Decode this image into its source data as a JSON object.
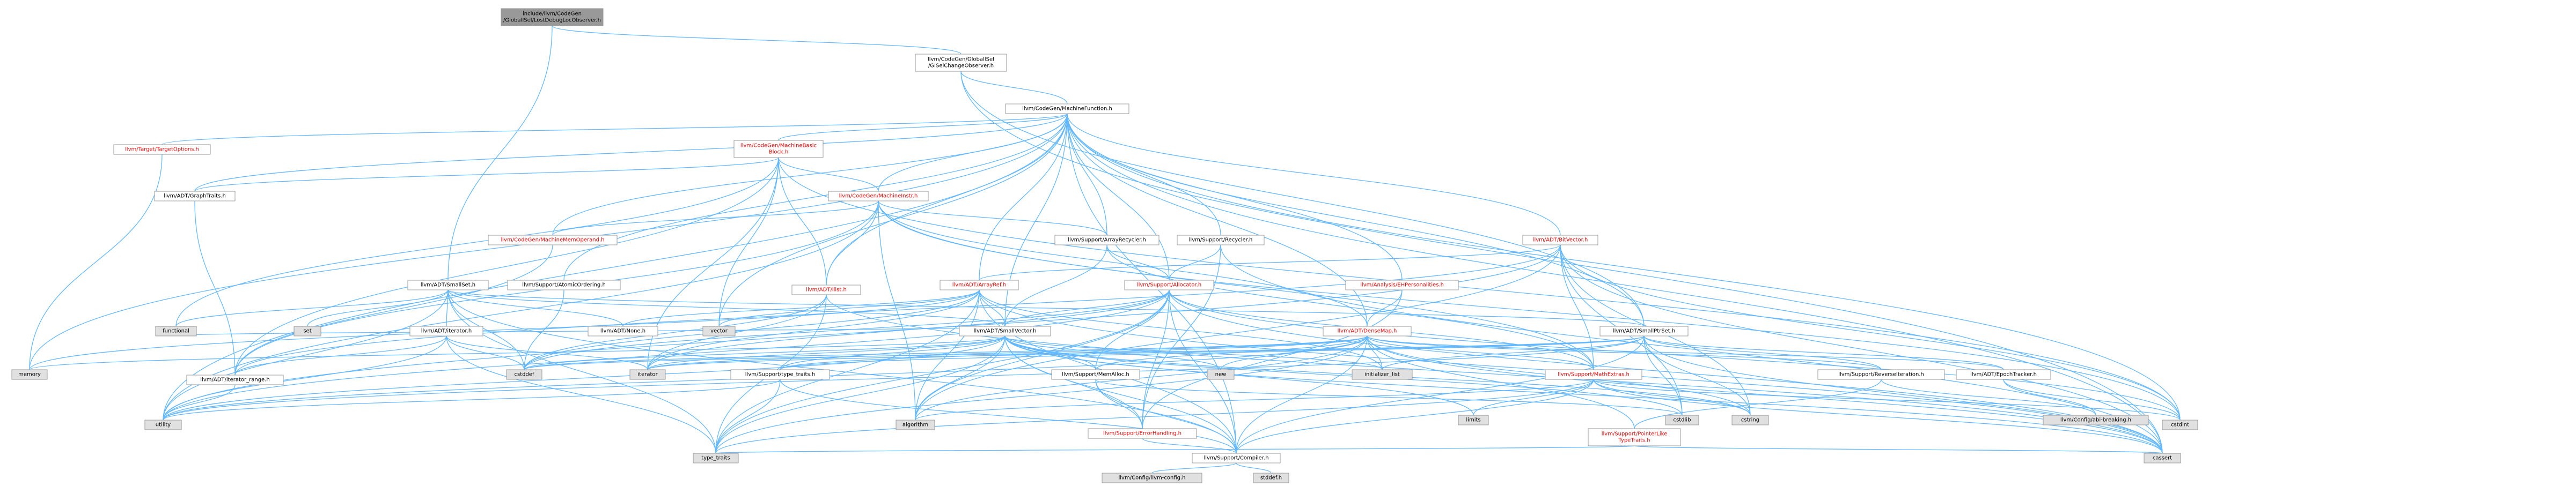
{
  "diagram": {
    "title": "include/llvm/CodeGen/GlobalISel/LostDebugLocObserver.h",
    "colors": {
      "edge": "#63b8ff",
      "border": "#999999",
      "root_fill": "#999999",
      "node_fill": "#ffffff",
      "system_fill": "#e0e0e0",
      "red_text": "#ff0000",
      "black_text": "#000000"
    },
    "nodes": [
      {
        "id": "root",
        "label": [
          "include/llvm/CodeGen",
          "/GlobalISel/LostDebugLocObserver.h"
        ],
        "style": "root"
      },
      {
        "id": "gisel_observer",
        "label": [
          "llvm/CodeGen/GlobalISel",
          "/GISelChangeObserver.h"
        ],
        "style": "normal"
      },
      {
        "id": "machinefunction",
        "label": [
          "llvm/CodeGen/MachineFunction.h"
        ],
        "style": "normal"
      },
      {
        "id": "targetoptions",
        "label": [
          "llvm/Target/TargetOptions.h"
        ],
        "style": "red"
      },
      {
        "id": "machinebasicblock",
        "label": [
          "llvm/CodeGen/MachineBasic",
          "Block.h"
        ],
        "style": "red"
      },
      {
        "id": "graphtraits",
        "label": [
          "llvm/ADT/GraphTraits.h"
        ],
        "style": "normal"
      },
      {
        "id": "machineinstr",
        "label": [
          "llvm/CodeGen/MachineInstr.h"
        ],
        "style": "red"
      },
      {
        "id": "machinememoperand",
        "label": [
          "llvm/CodeGen/MachineMemOperand.h"
        ],
        "style": "red"
      },
      {
        "id": "arrayrecycler",
        "label": [
          "llvm/Support/ArrayRecycler.h"
        ],
        "style": "normal"
      },
      {
        "id": "recycler",
        "label": [
          "llvm/Support/Recycler.h"
        ],
        "style": "normal"
      },
      {
        "id": "bitvector",
        "label": [
          "llvm/ADT/BitVector.h"
        ],
        "style": "red"
      },
      {
        "id": "ehpersonalities",
        "label": [
          "llvm/Analysis/EHPersonalities.h"
        ],
        "style": "red"
      },
      {
        "id": "smallset",
        "label": [
          "llvm/ADT/SmallSet.h"
        ],
        "style": "normal"
      },
      {
        "id": "atomicordering",
        "label": [
          "llvm/Support/AtomicOrdering.h"
        ],
        "style": "normal"
      },
      {
        "id": "ilist",
        "label": [
          "llvm/ADT/ilist.h"
        ],
        "style": "red"
      },
      {
        "id": "arrayref",
        "label": [
          "llvm/ADT/ArrayRef.h"
        ],
        "style": "red"
      },
      {
        "id": "allocator",
        "label": [
          "llvm/Support/Allocator.h"
        ],
        "style": "red"
      },
      {
        "id": "functional",
        "label": [
          "functional"
        ],
        "style": "system"
      },
      {
        "id": "set",
        "label": [
          "set"
        ],
        "style": "system"
      },
      {
        "id": "iterator",
        "label": [
          "llvm/ADT/iterator.h"
        ],
        "style": "normal"
      },
      {
        "id": "none",
        "label": [
          "llvm/ADT/None.h"
        ],
        "style": "normal"
      },
      {
        "id": "vector",
        "label": [
          "vector"
        ],
        "style": "system"
      },
      {
        "id": "smallvector",
        "label": [
          "llvm/ADT/SmallVector.h"
        ],
        "style": "normal"
      },
      {
        "id": "densemap",
        "label": [
          "llvm/ADT/DenseMap.h"
        ],
        "style": "red"
      },
      {
        "id": "smallptrset",
        "label": [
          "llvm/ADT/SmallPtrSet.h"
        ],
        "style": "normal"
      },
      {
        "id": "memory",
        "label": [
          "memory"
        ],
        "style": "system"
      },
      {
        "id": "iterator_range",
        "label": [
          "llvm/ADT/iterator_range.h"
        ],
        "style": "normal"
      },
      {
        "id": "cstddef",
        "label": [
          "cstddef"
        ],
        "style": "system"
      },
      {
        "id": "iterator_sys",
        "label": [
          "iterator"
        ],
        "style": "system"
      },
      {
        "id": "type_traits_h",
        "label": [
          "llvm/Support/type_traits.h"
        ],
        "style": "normal"
      },
      {
        "id": "memalloc",
        "label": [
          "llvm/Support/MemAlloc.h"
        ],
        "style": "normal"
      },
      {
        "id": "new",
        "label": [
          "new"
        ],
        "style": "system"
      },
      {
        "id": "initializer_list",
        "label": [
          "initializer_list"
        ],
        "style": "system"
      },
      {
        "id": "mathextras",
        "label": [
          "llvm/Support/MathExtras.h"
        ],
        "style": "red"
      },
      {
        "id": "reverseiteration",
        "label": [
          "llvm/Support/ReverseIteration.h"
        ],
        "style": "normal"
      },
      {
        "id": "epochtracker",
        "label": [
          "llvm/ADT/EpochTracker.h"
        ],
        "style": "normal"
      },
      {
        "id": "utility",
        "label": [
          "utility"
        ],
        "style": "system"
      },
      {
        "id": "algorithm",
        "label": [
          "algorithm"
        ],
        "style": "system"
      },
      {
        "id": "limits",
        "label": [
          "limits"
        ],
        "style": "system"
      },
      {
        "id": "cstdlib",
        "label": [
          "cstdlib"
        ],
        "style": "system"
      },
      {
        "id": "cstring",
        "label": [
          "cstring"
        ],
        "style": "system"
      },
      {
        "id": "abibreaking",
        "label": [
          "llvm/Config/abi-breaking.h"
        ],
        "style": "system"
      },
      {
        "id": "cstdint",
        "label": [
          "cstdint"
        ],
        "style": "system"
      },
      {
        "id": "errorhandling",
        "label": [
          "llvm/Support/ErrorHandling.h"
        ],
        "style": "red"
      },
      {
        "id": "pointerlike",
        "label": [
          "llvm/Support/PointerLike",
          "TypeTraits.h"
        ],
        "style": "red"
      },
      {
        "id": "type_traits",
        "label": [
          "type_traits"
        ],
        "style": "system"
      },
      {
        "id": "compiler",
        "label": [
          "llvm/Support/Compiler.h"
        ],
        "style": "normal"
      },
      {
        "id": "cassert",
        "label": [
          "cassert"
        ],
        "style": "system"
      },
      {
        "id": "llvmconfig",
        "label": [
          "llvm/Config/llvm-config.h"
        ],
        "style": "system"
      },
      {
        "id": "stddef",
        "label": [
          "stddef.h"
        ],
        "style": "system"
      }
    ]
  }
}
